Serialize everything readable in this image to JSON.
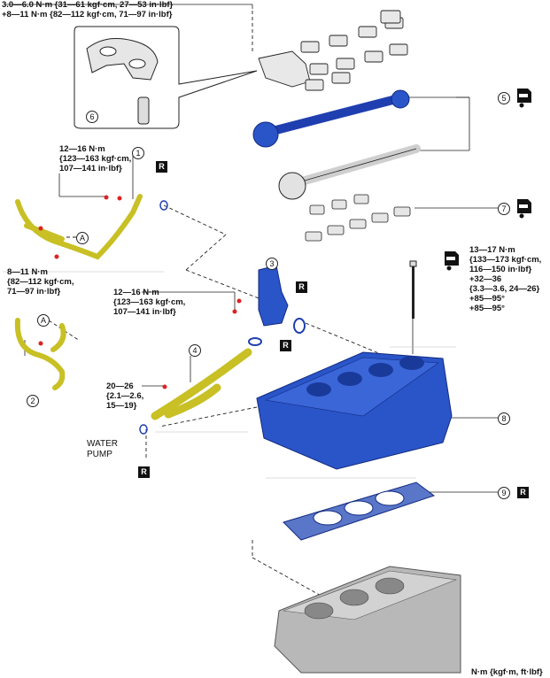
{
  "torque_specs": {
    "top": "3.0—6.0 N·m {31—61 kgf·cm, 27—53 in·lbf}\n+8—11 N·m {82—112 kgf·cm, 71—97 in·lbf}",
    "hose_upper": "12—16 N·m\n{123—163 kgf·cm,\n107—141 in·lbf}",
    "hose_lower": "8—11 N·m\n{82—112 kgf·cm,\n71—97 in·lbf}",
    "housing": "12—16 N·m\n{123—163 kgf·cm,\n107—141 in·lbf}",
    "pipe": "20—26\n{2.1—2.6,\n15—19}",
    "head_bolt": "13—17 N·m\n{133—173 kgf·cm,\n116—150 in·lbf}\n+32—36\n{3.3—3.6, 24—26}\n+85—95°\n+85—95°"
  },
  "labels": {
    "water_pump": "WATER\nPUMP",
    "units": "N·m {kgf·m, ft·lbf}"
  },
  "callouts": {
    "c1": "1",
    "c2": "2",
    "c3": "3",
    "c4": "4",
    "c5": "5",
    "c6": "6",
    "c7": "7",
    "c8": "8",
    "c9": "9",
    "a1": "A",
    "a2": "A"
  },
  "replace_mark": "R",
  "colors": {
    "head_blue": "#2a55c8",
    "cam_blue": "#1f3fb0",
    "hose_yellow": "#c8c024",
    "block_gray": "#b8b8b8",
    "oil_icon": "#111111"
  }
}
